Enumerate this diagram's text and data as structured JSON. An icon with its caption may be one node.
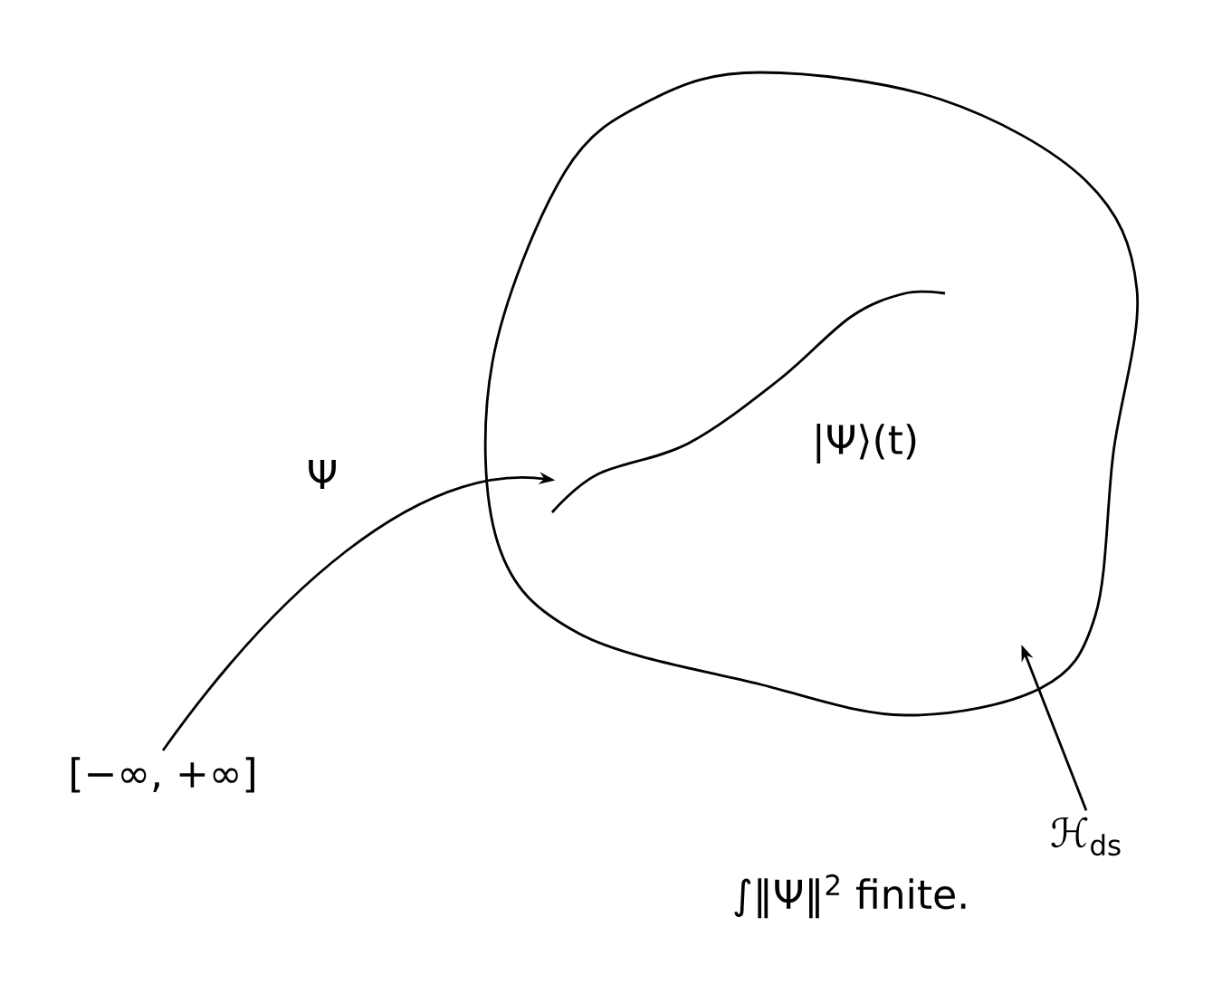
{
  "diagram": {
    "nodes": [
      {
        "text": [
          "[−∞, +∞]"
        ]
      },
      {
        "text": [],
        "shape": "blob"
      },
      {
        "text": [],
        "shape": "curve",
        "in": 1
      },
      {
        "text": [
          "ℋ$_{ds}$"
        ]
      }
    ],
    "edges": [
      {
        "from": 0,
        "to": 2,
        "arrow": "to",
        "label": "Ψ"
      },
      {
        "from": 3,
        "to": 1,
        "arrow": "to"
      }
    ],
    "labels": [
      "|Ψ⟩(t)",
      "∫‖Ψ‖$^{2}$ finite."
    ]
  }
}
